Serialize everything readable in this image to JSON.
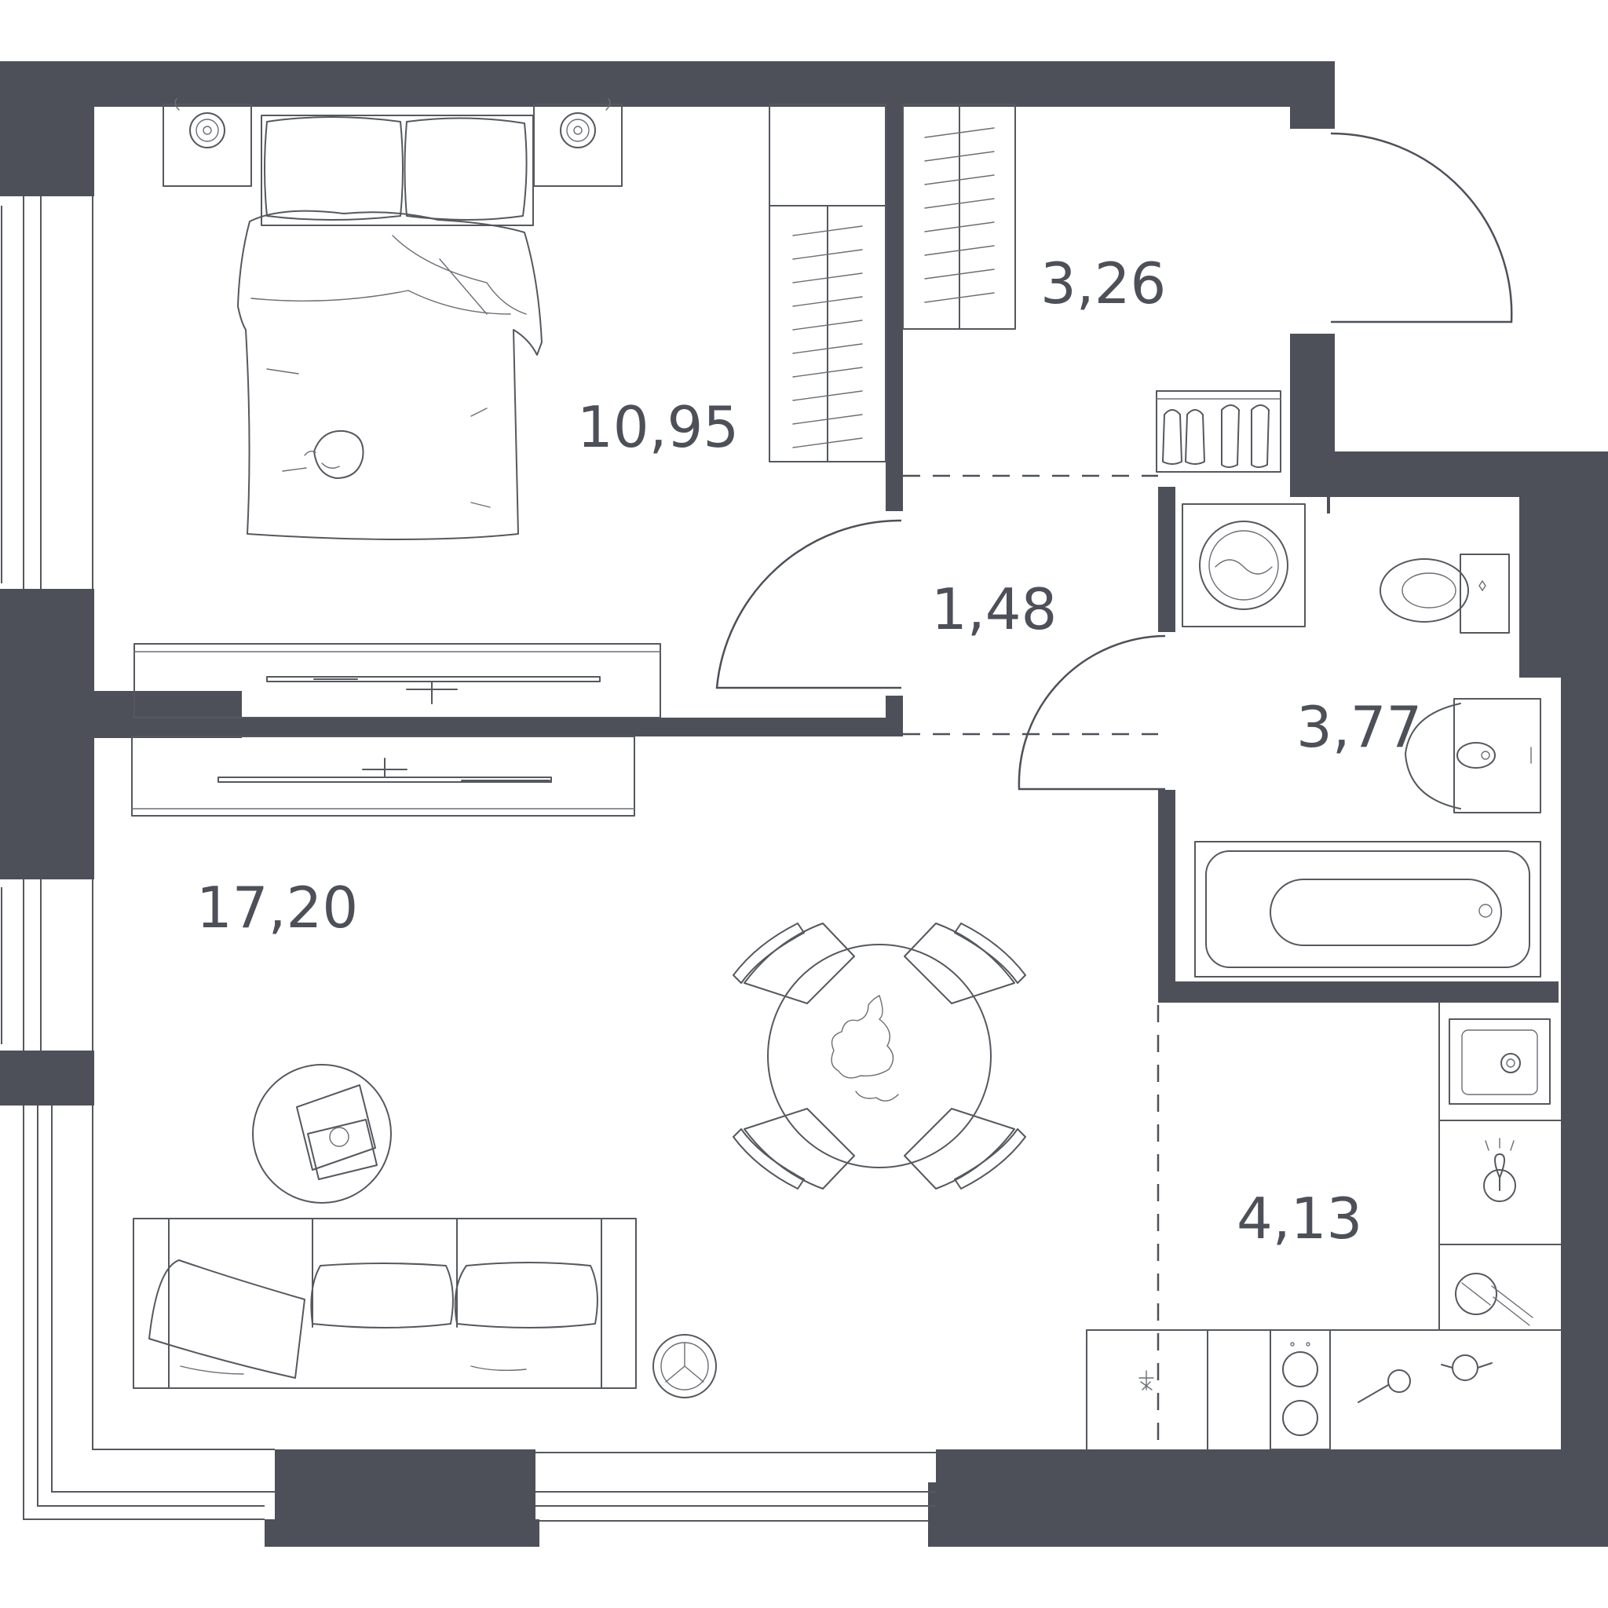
{
  "plan": {
    "wall_color": "#4d5059",
    "line_color": "#55585e",
    "rooms": [
      {
        "id": "bedroom",
        "area": "10,95"
      },
      {
        "id": "hall",
        "area": "3,26"
      },
      {
        "id": "corridor",
        "area": "1,48"
      },
      {
        "id": "bathroom",
        "area": "3,77"
      },
      {
        "id": "living-room",
        "area": "17,20"
      },
      {
        "id": "kitchen",
        "area": "4,13"
      }
    ]
  }
}
